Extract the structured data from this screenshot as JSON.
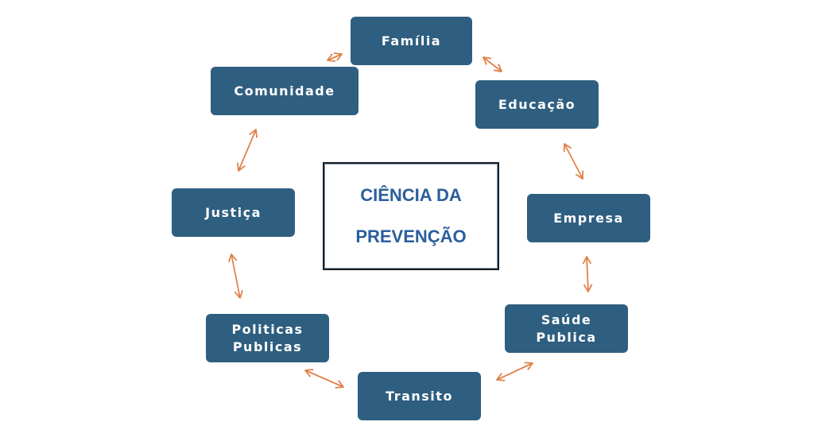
{
  "center": {
    "line1": "CIÊNCIA DA",
    "line2": "PREVENÇÃO"
  },
  "nodes": [
    {
      "id": "familia",
      "label": "Família"
    },
    {
      "id": "educacao",
      "label": "Educação"
    },
    {
      "id": "empresa",
      "label": "Empresa"
    },
    {
      "id": "saude-publica",
      "label": "Saúde\nPublica"
    },
    {
      "id": "transito",
      "label": "Transito"
    },
    {
      "id": "politicas-publicas",
      "label": "Politicas\nPublicas"
    },
    {
      "id": "justica",
      "label": "Justiça"
    },
    {
      "id": "comunidade",
      "label": "Comunidade"
    }
  ],
  "colors": {
    "node_fill": "#2f5f80",
    "node_text": "#ffffff",
    "arrow": "#e0824a",
    "center_text": "#2b5e9c"
  },
  "connector": "double-headed-arrow-icon"
}
